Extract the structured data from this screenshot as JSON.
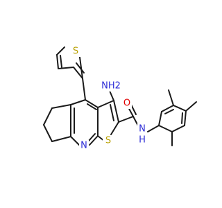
{
  "colors": {
    "bond": "#1a1a1a",
    "sulfur": "#b8a000",
    "nitrogen": "#2b2bd6",
    "oxygen": "#e00000",
    "background": "#ffffff"
  },
  "atoms": {
    "s_thiophene_top": "S",
    "nh2": "NH2",
    "oxygen": "O",
    "n_amide": "N",
    "h_amide": "H",
    "n_pyridine": "N",
    "s_fused": "S"
  }
}
